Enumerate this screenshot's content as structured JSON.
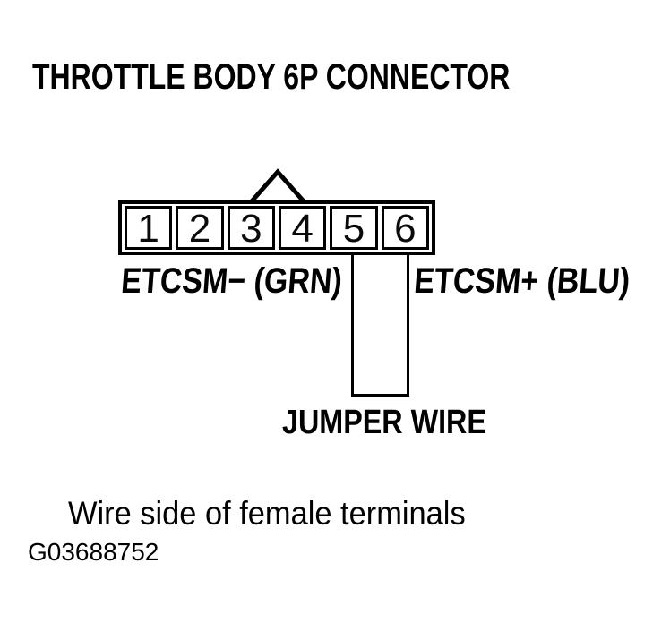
{
  "page": {
    "background_color": "#ffffff",
    "ink_color": "#000000"
  },
  "diagram": {
    "title": "THROTTLE BODY 6P CONNECTOR",
    "connector": {
      "pins": [
        "1",
        "2",
        "3",
        "4",
        "5",
        "6"
      ],
      "labels": {
        "left": "ETCSM− (GRN)",
        "right": "ETCSM+ (BLU)"
      },
      "jumper": {
        "label": "JUMPER WIRE",
        "connects_pins": [
          "5",
          "6"
        ]
      }
    },
    "caption": "Wire side of female terminals",
    "figure_id": "G03688752"
  }
}
